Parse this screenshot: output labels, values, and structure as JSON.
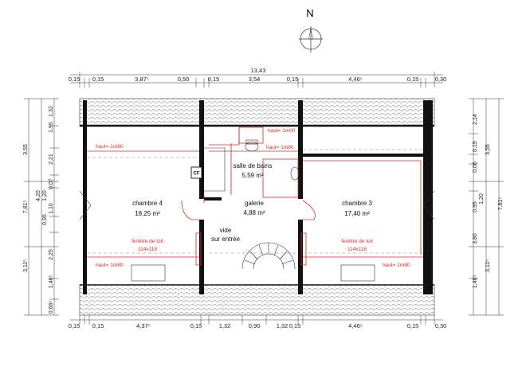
{
  "compass": {
    "label": "N"
  },
  "dims": {
    "total_width": "13,43",
    "top_segments": [
      "0,15",
      "0,15",
      "3,87⁵",
      "0,50",
      "0,15",
      "3,54",
      "0,15",
      "4,46⁵",
      "0,15",
      "0,30"
    ],
    "bottom_segments": [
      "0,15",
      "0,15",
      "4,37⁵",
      "0,15",
      "1,32",
      "0,90",
      "1,32",
      "0,15",
      "4,46⁵",
      "0,15",
      "0,30"
    ],
    "left_outer": [
      "3,55",
      "7,81⁵",
      "3,11⁵"
    ],
    "left_inner": [
      "1,95",
      "1,32",
      "2,21",
      "0,07",
      "1,20",
      "4,20",
      "1,10",
      "0,95",
      "2,25",
      "1,46⁵",
      "0,66⁵"
    ],
    "right_outer": [
      "3,55",
      "7,81⁵",
      "3,11⁵"
    ],
    "right_inner": [
      "2,14",
      "0,15",
      "0,06",
      "0,95",
      "1,20",
      "3,80",
      "1,46⁵"
    ]
  },
  "rooms": {
    "chambre4": {
      "name": "chambre 4",
      "area": "18,25 m²"
    },
    "bain": {
      "name": "salle de bains",
      "area": "5,59 m²"
    },
    "galerie": {
      "name": "galerie",
      "area": "4,88 m²"
    },
    "chambre3": {
      "name": "chambre 3",
      "area": "17,40 m²"
    },
    "vide": {
      "line1": "vide",
      "line2": "sur entrée"
    }
  },
  "labels": {
    "haut_1m80": "haut= 1m80",
    "haut_1m00": "haut= 1m00",
    "fenetre": "fenêtre de toit",
    "fenetre_size": "114x118",
    "cf": "CF"
  }
}
